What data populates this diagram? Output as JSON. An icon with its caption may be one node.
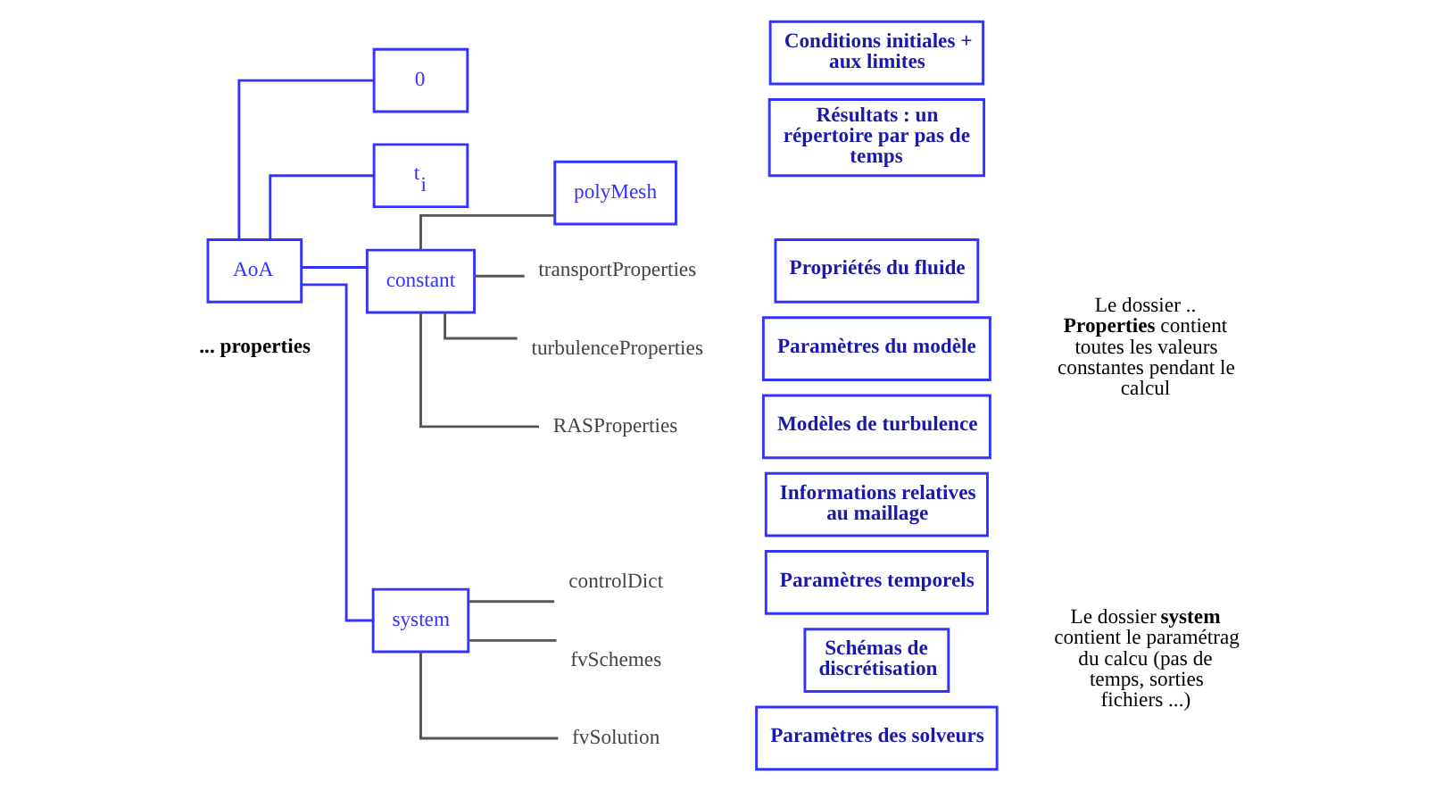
{
  "diagram": {
    "nodes": [
      {
        "text": [
          "AoA"
        ]
      },
      {
        "text": [
          "0"
        ]
      },
      {
        "text": [
          "t$_{i}$"
        ]
      },
      {
        "text": [
          "constant"
        ]
      },
      {
        "text": [
          "polyMesh"
        ]
      },
      {
        "text": [
          "transportProperties"
        ]
      },
      {
        "text": [
          "turbulenceProperties"
        ]
      },
      {
        "text": [
          "RASProperties"
        ]
      },
      {
        "text": [
          "system"
        ]
      },
      {
        "text": [
          "controlDict"
        ]
      },
      {
        "text": [
          "fvSchemes"
        ]
      },
      {
        "text": [
          "fvSolution"
        ]
      },
      {
        "text": [
          "Conditions initiales + aux limites"
        ]
      },
      {
        "text": [
          "Résultats : un répertoire par pas de temps"
        ]
      },
      {
        "text": [
          "Informations relatives au maillage"
        ]
      },
      {
        "text": [
          "Propriétés du fluide"
        ]
      },
      {
        "text": [
          "Paramètres du modèle"
        ]
      },
      {
        "text": [
          "Modèles de turbulence"
        ]
      },
      {
        "text": [
          "Paramètres temporels"
        ]
      },
      {
        "text": [
          "Schémas de discrétisation"
        ]
      },
      {
        "text": [
          "Paramètres des solveurs"
        ]
      }
    ],
    "edges": [
      {
        "from": 0,
        "to": 1,
        "arrow": "none",
        "color": "#3333ff"
      },
      {
        "from": 0,
        "to": 2,
        "arrow": "none",
        "color": "#3333ff"
      },
      {
        "from": 0,
        "to": 3,
        "arrow": "none",
        "color": "#3333ff"
      },
      {
        "from": 3,
        "to": 4,
        "arrow": "none"
      },
      {
        "from": 3,
        "to": 5,
        "arrow": "none"
      },
      {
        "from": 3,
        "to": 6,
        "arrow": "none"
      },
      {
        "from": 3,
        "to": 7,
        "arrow": "none"
      },
      {
        "from": 0,
        "to": 8,
        "arrow": "none",
        "color": "#3333ff"
      },
      {
        "from": 8,
        "to": 9,
        "arrow": "none"
      },
      {
        "from": 8,
        "to": 10,
        "arrow": "none"
      },
      {
        "from": 8,
        "to": 11,
        "arrow": "none"
      }
    ],
    "labels": [
      "... properties",
      "Le dossier .. **Properties** contient toutes les valeurs constantes pendant le calcul",
      "Le dossier **system** contient le paramétrag du calcu (pas de temps, sorties fichiers ...)"
    ]
  }
}
